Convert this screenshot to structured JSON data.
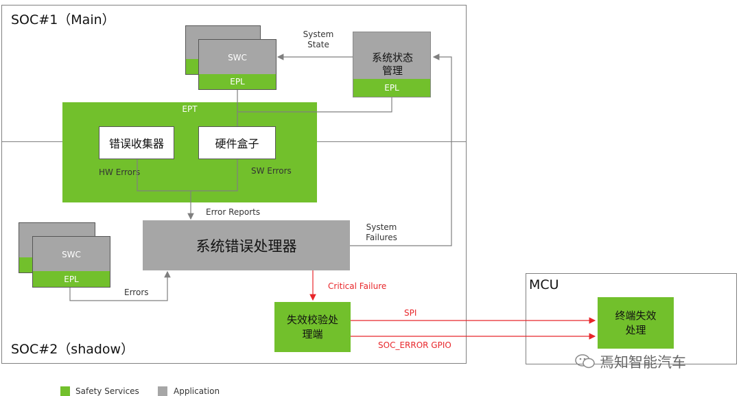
{
  "soc1": {
    "title": "SOC#1（Main）"
  },
  "soc2": {
    "title": "SOC#2（shadow）"
  },
  "mcu": {
    "title": "MCU"
  },
  "swc_top": {
    "label": "SWC",
    "epl": "EPL"
  },
  "state_mgr": {
    "label": "系统状态管理",
    "epl": "EPL"
  },
  "ept": {
    "label": "EPT"
  },
  "error_collector": {
    "label": "错误收集器"
  },
  "hw_box": {
    "label": "硬件盒子"
  },
  "labels": {
    "system_state": "System State",
    "hw_errors": "HW Errors",
    "sw_errors": "SW Errors",
    "error_reports": "Error Reports",
    "system_failures": "System Failures",
    "errors": "Errors",
    "critical_failure": "Critical Failure",
    "spi": "SPI",
    "soc_error_gpio": "SOC_ERROR GPIO"
  },
  "error_handler": {
    "label": "系统错误处理器"
  },
  "swc_bottom": {
    "label": "SWC",
    "epl": "EPL"
  },
  "fail_check": {
    "label": "失效校验处理端"
  },
  "terminal": {
    "label": "终端失效处理"
  },
  "legend": {
    "safety": "Safety Services",
    "application": "Application"
  },
  "watermark": {
    "text": "焉知智能汽车"
  },
  "colors": {
    "safety": "#72c02c",
    "application": "#a6a6a6",
    "critical": "#e8262a"
  }
}
